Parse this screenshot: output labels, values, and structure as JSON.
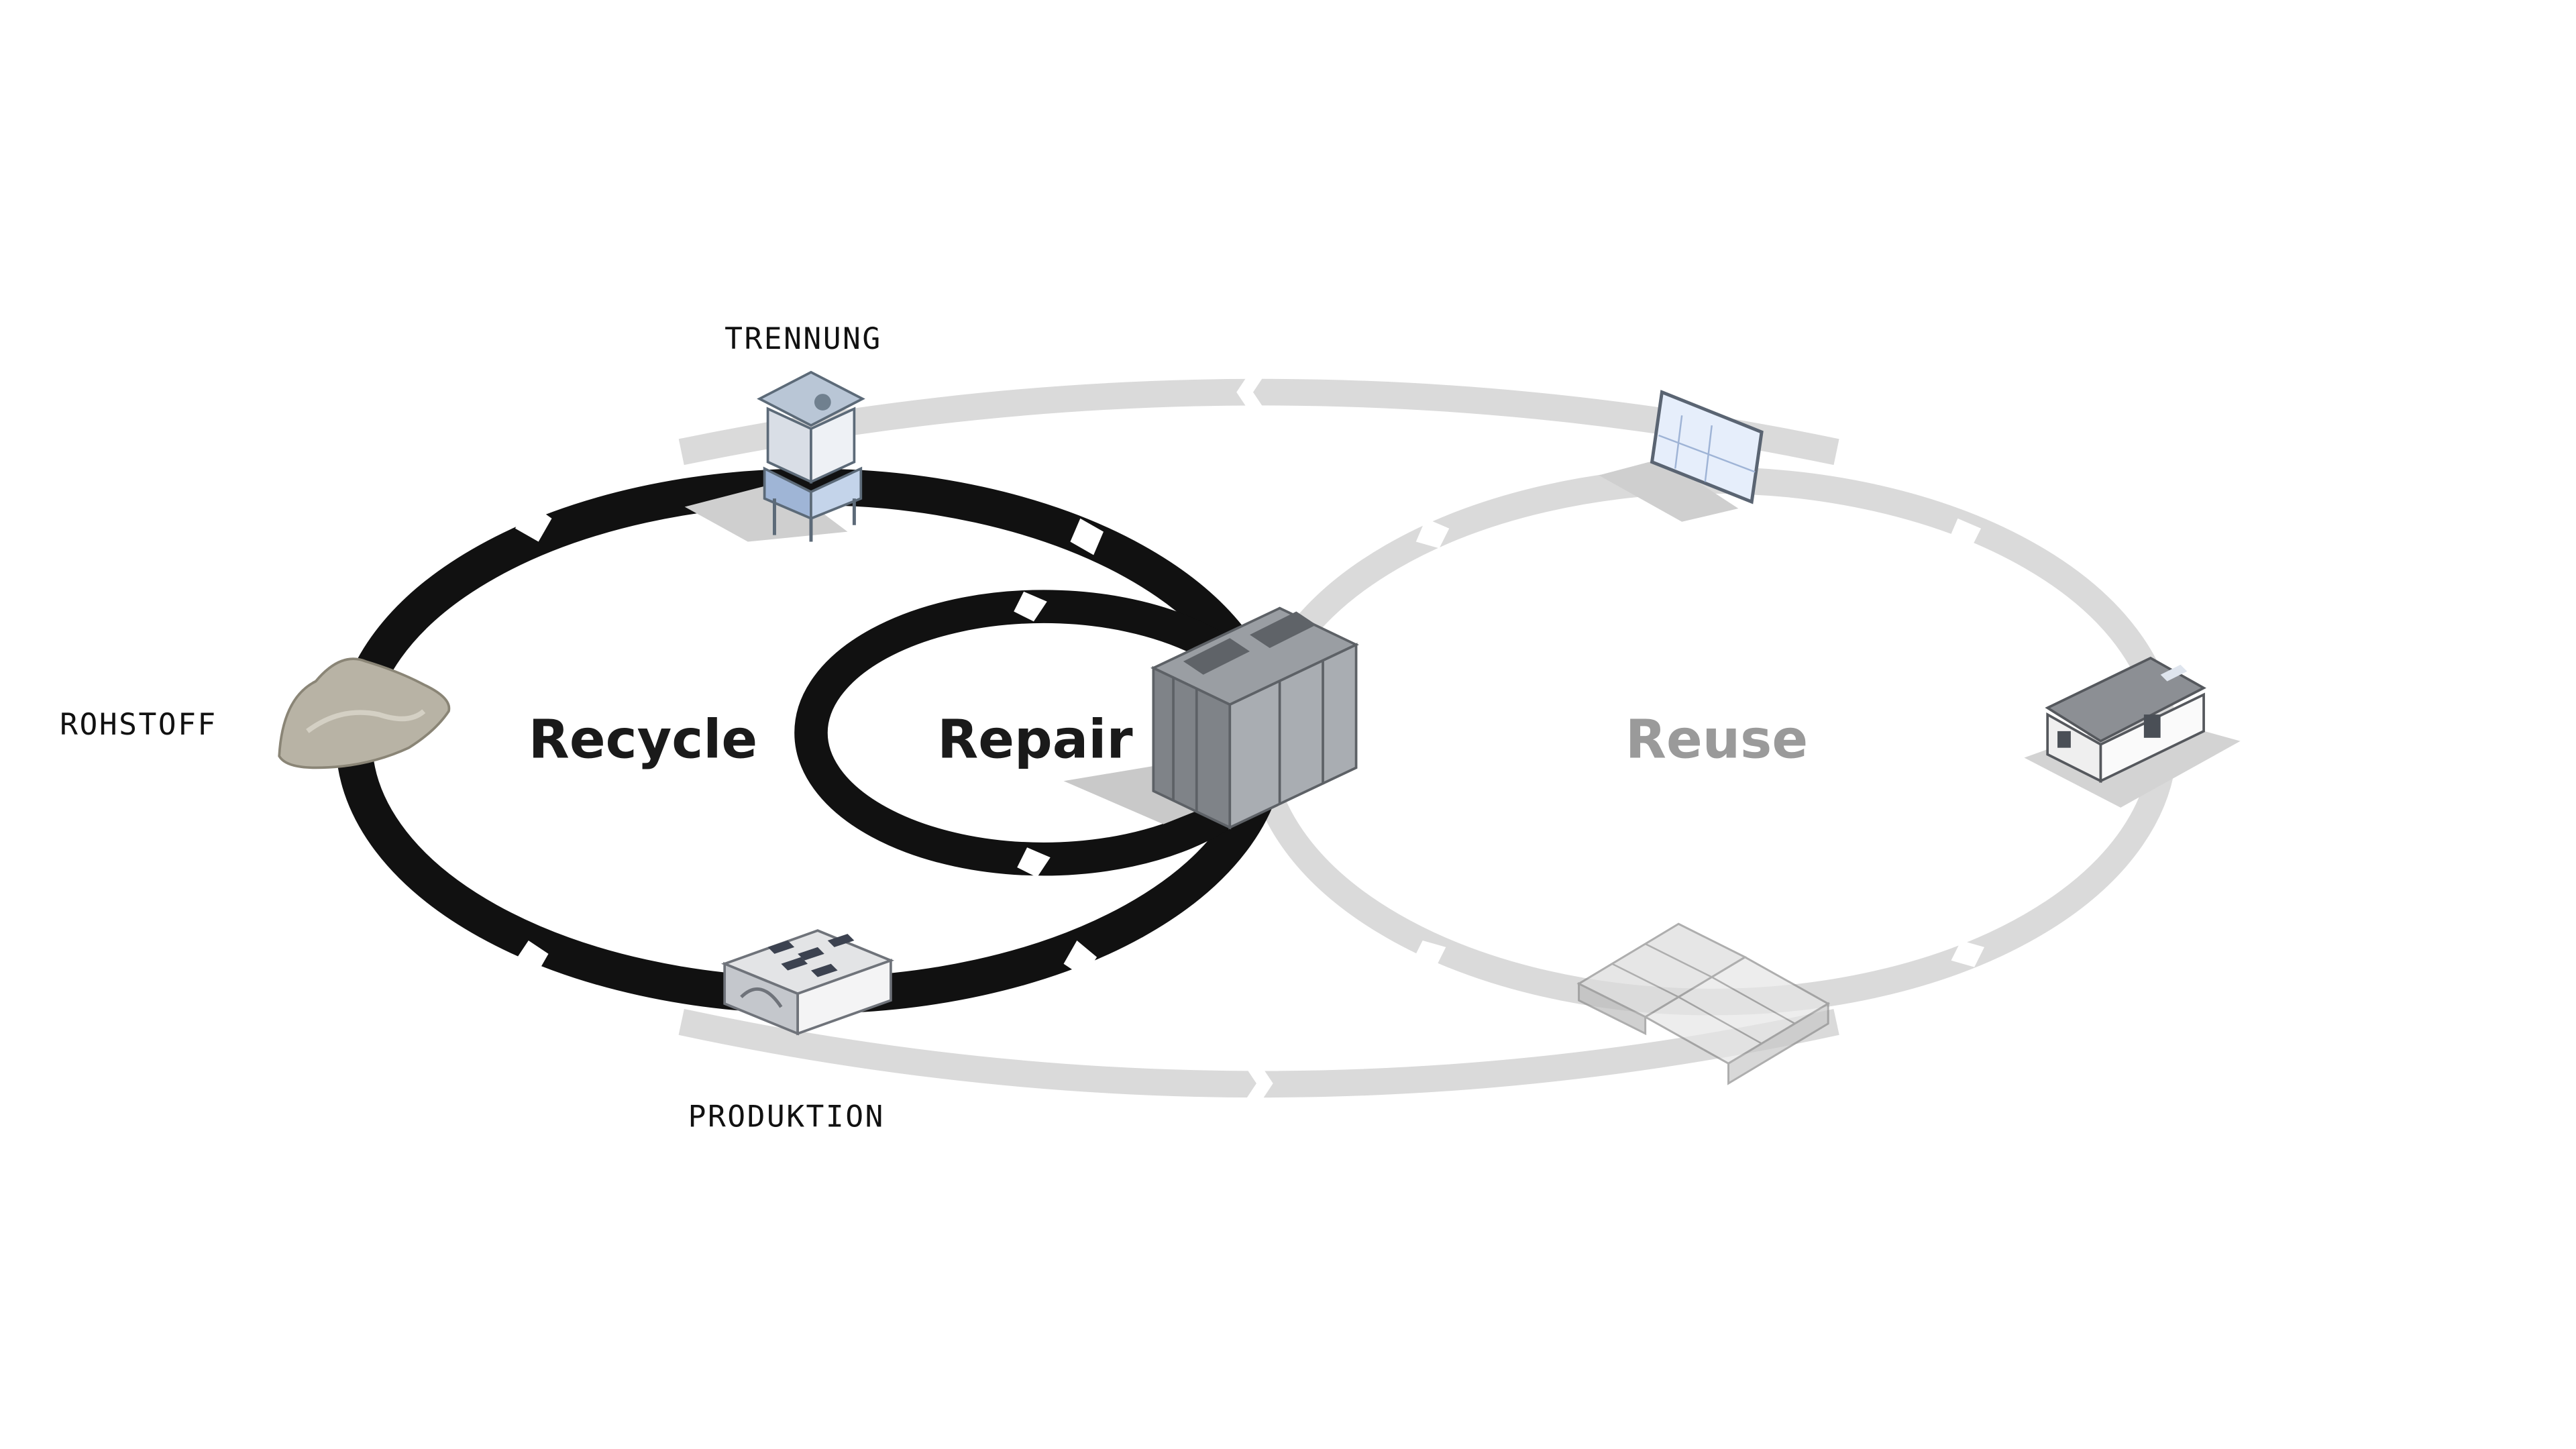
{
  "labels": {
    "trennung": "TRENNUNG",
    "rohstoff": "ROHSTOFF",
    "produktion": "PRODUKTION"
  },
  "cycles": {
    "recycle": "Recycle",
    "repair": "Repair",
    "reuse": "Reuse"
  },
  "colors": {
    "active_ring": "#111111",
    "inactive_ring": "#dadada",
    "active_text": "#1a1a1a",
    "inactive_text": "#9a9a9a"
  },
  "icons": {
    "trennung": "separation-plant-icon",
    "rohstoff": "raw-material-pile-icon",
    "produktion": "factory-building-icon",
    "block": "concrete-block-icon",
    "plan": "blueprint-monitor-icon",
    "house": "house-icon",
    "walls": "wall-assembly-icon"
  }
}
